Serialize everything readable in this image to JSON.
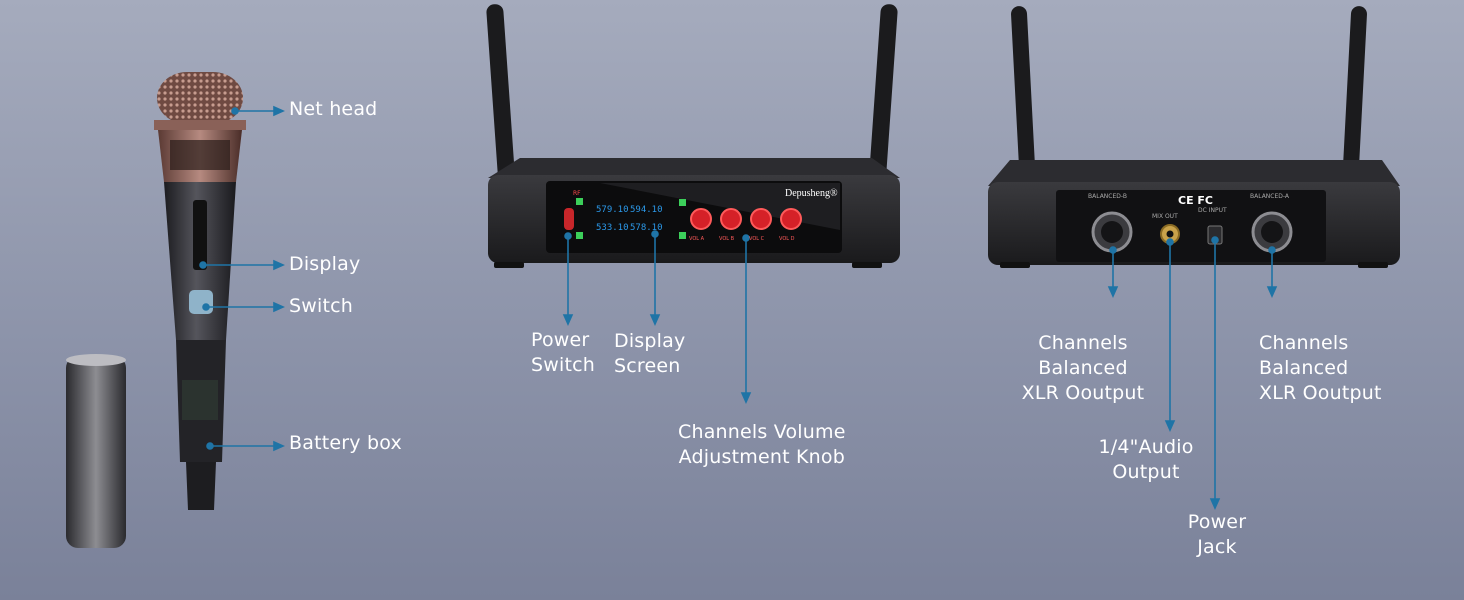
{
  "colors": {
    "callout": "#1f74a6",
    "label": "#ffffff",
    "screen": "#2b98e8",
    "knob": "#e8242a"
  },
  "mic": {
    "labels": {
      "net_head": "Net head",
      "display": "Display",
      "switch": "Switch",
      "battery_box": "Battery box"
    }
  },
  "receiver_front": {
    "brand": "Depusheng®",
    "rf_label": "RF",
    "lcd": [
      "579.10",
      "594.10",
      "533.10",
      "578.10"
    ],
    "knobs": [
      "VOL A",
      "VOL B",
      "VOL C",
      "VOL D"
    ],
    "labels": {
      "power_switch": [
        "Power",
        "Switch"
      ],
      "display_screen": [
        "Display",
        "Screen"
      ],
      "volume_knob": [
        "Channels Volume",
        "Adjustment Knob"
      ]
    }
  },
  "receiver_back": {
    "marks": {
      "cert": "CE FC",
      "balanced_b": "BALANCED-B",
      "balanced_a": "BALANCED-A",
      "mix_out": "MIX OUT",
      "dc_input": "DC INPUT"
    },
    "labels": {
      "xlr_left": [
        "Channels",
        "Balanced",
        "XLR Ooutput"
      ],
      "xlr_right": [
        "Channels",
        "Balanced",
        "XLR Ooutput"
      ],
      "audio_out": [
        "1/4\"Audio",
        "Output"
      ],
      "power_jack": [
        "Power",
        "Jack"
      ]
    }
  }
}
